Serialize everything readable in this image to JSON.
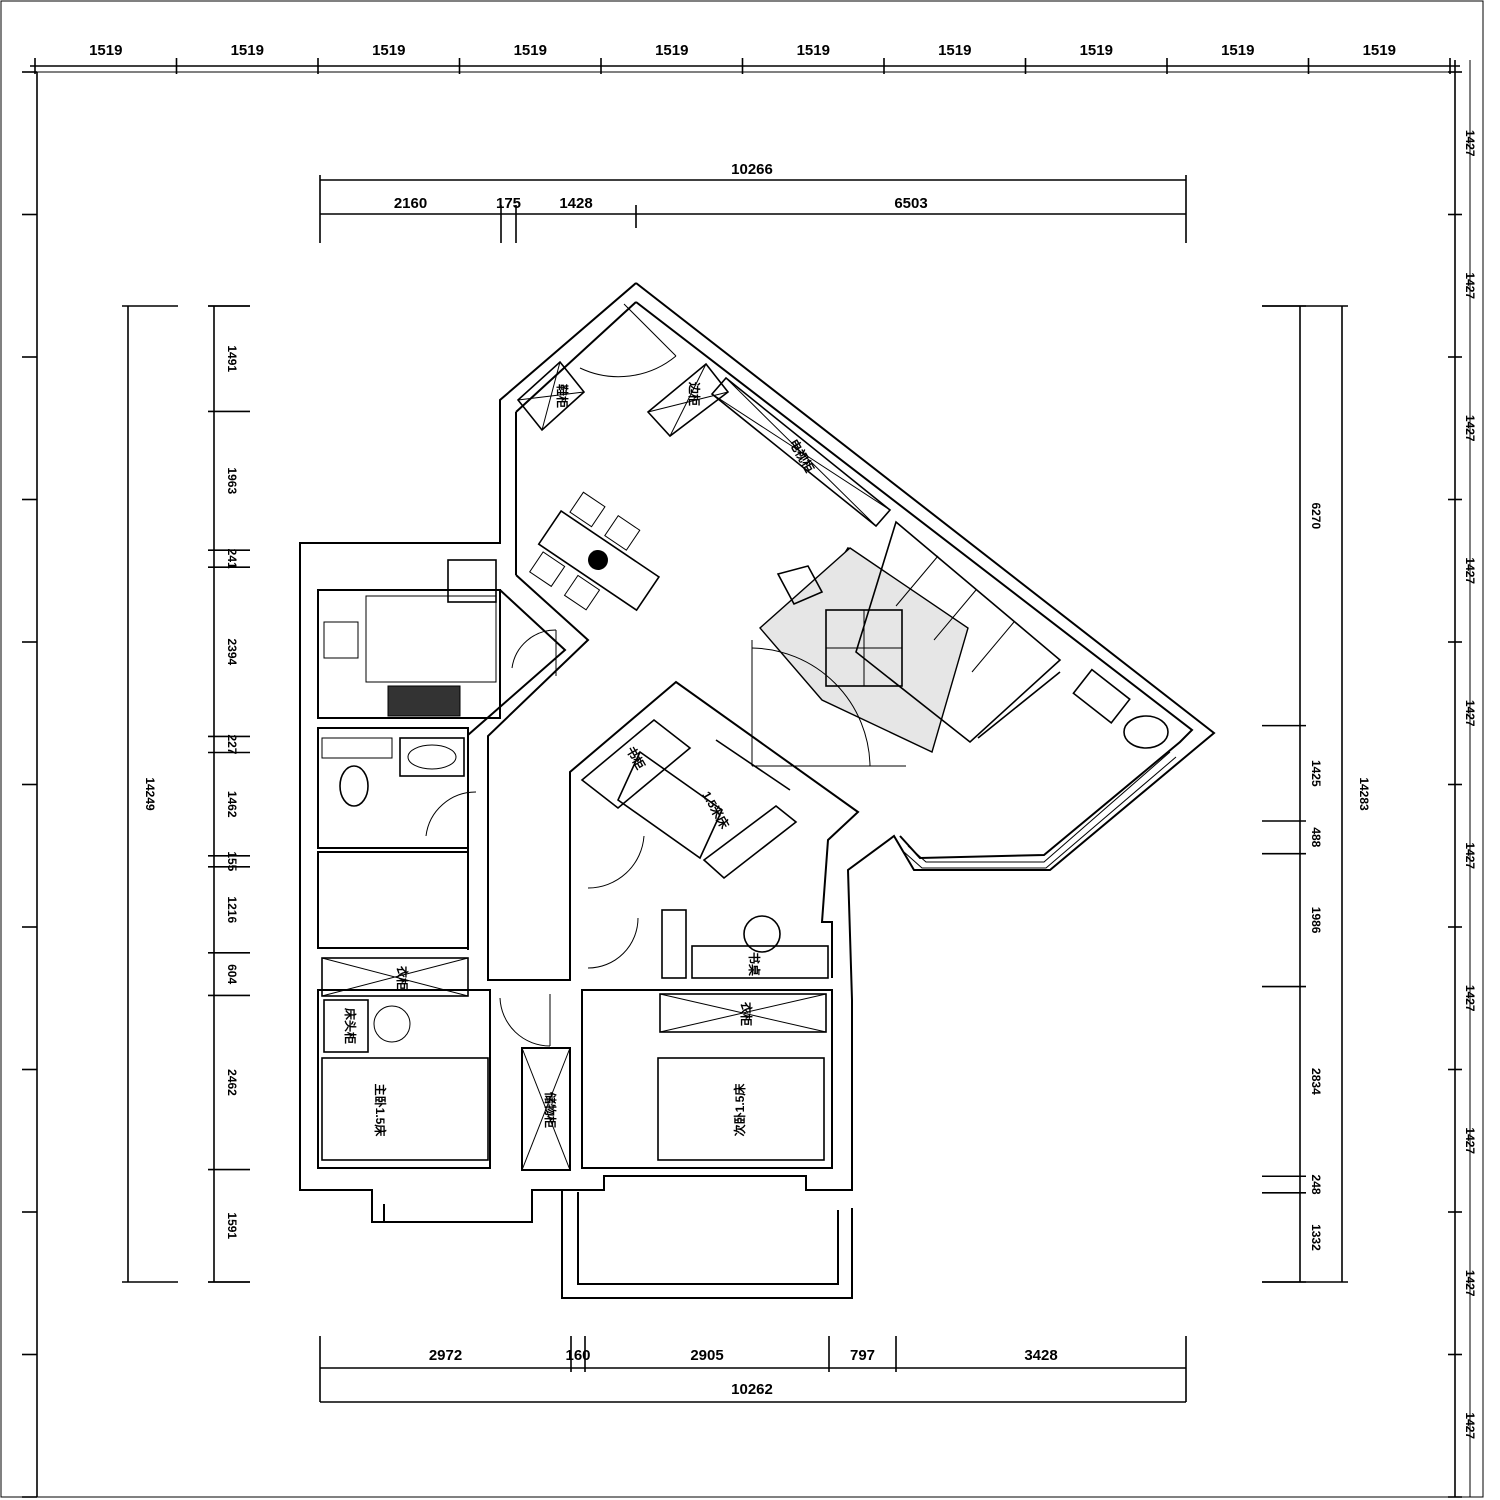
{
  "dimensions": {
    "top_scale": [
      "1519",
      "1519",
      "1519",
      "1519",
      "1519",
      "1519",
      "1519",
      "1519",
      "1519",
      "1519"
    ],
    "right_scale": [
      "1427",
      "1427",
      "1427",
      "1427",
      "1427",
      "1427",
      "1427",
      "1427",
      "1427",
      "1427"
    ],
    "top_total": "10266",
    "top_segments": [
      "2160",
      "175",
      "1428",
      "6503"
    ],
    "bottom_segments": [
      "2972",
      "160",
      "2905",
      "797",
      "3428"
    ],
    "bottom_total": "10262",
    "left_total": "14249",
    "left_segments": [
      "1491",
      "1963",
      "241",
      "2394",
      "227",
      "1462",
      "155",
      "1216",
      "604",
      "2462",
      "1591"
    ],
    "right_total": "14283",
    "right_segments": [
      "6270",
      "1425",
      "488",
      "1986",
      "2834",
      "248",
      "1332"
    ]
  },
  "rooms": {
    "master_bedroom": "主卧1.5床",
    "second_bedroom": "次卧1.5床",
    "master_wardrobe": "衣柜",
    "second_wardrobe": "衣柜",
    "desk": "书桌",
    "storage": "储物柜",
    "tv_cabinet": "电视柜",
    "shoe_cabinet": "鞋柜",
    "side_cabinet": "边柜",
    "bedside_table": "床头柜",
    "study_bed": "1.5米床",
    "bookshelf": "书柜"
  }
}
